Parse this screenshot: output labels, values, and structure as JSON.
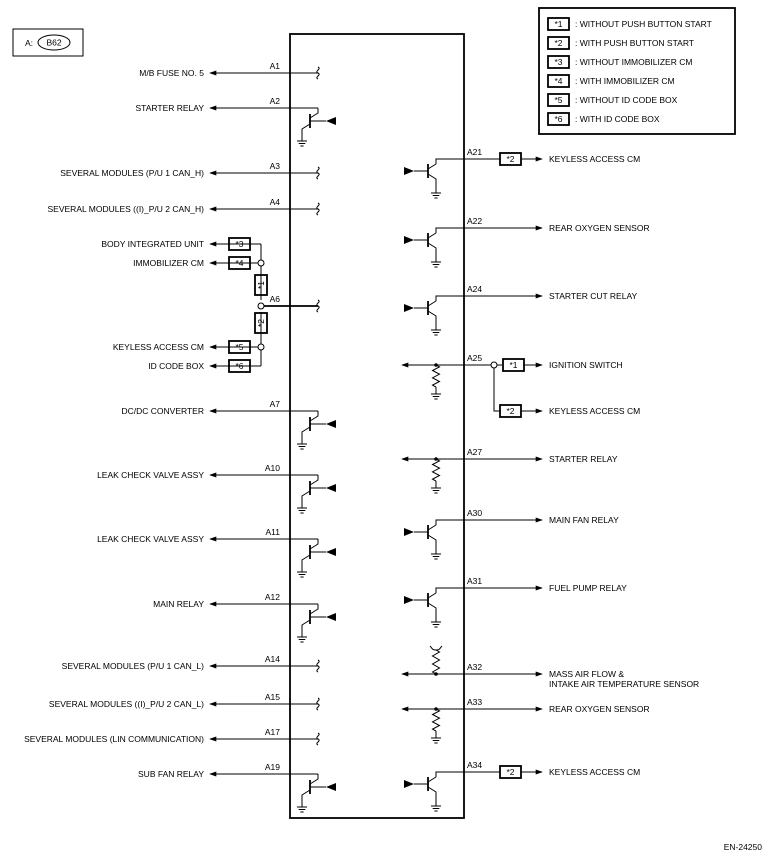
{
  "connector": {
    "prefix": "A:",
    "code": "B62"
  },
  "legend": [
    {
      "tag": "1",
      "text": ": WITHOUT PUSH BUTTON START"
    },
    {
      "tag": "2",
      "text": ": WITH PUSH BUTTON START"
    },
    {
      "tag": "3",
      "text": ": WITHOUT IMMOBILIZER CM"
    },
    {
      "tag": "4",
      "text": ": WITH IMMOBILIZER CM"
    },
    {
      "tag": "5",
      "text": ": WITHOUT ID CODE BOX"
    },
    {
      "tag": "6",
      "text": ": WITH ID CODE BOX"
    }
  ],
  "left_pins": [
    {
      "pin": "A1",
      "label": "M/B FUSE NO. 5",
      "type": "line"
    },
    {
      "pin": "A2",
      "label": "STARTER RELAY",
      "type": "transistor"
    },
    {
      "pin": "A3",
      "label": "SEVERAL MODULES (P/U 1 CAN_H)",
      "type": "can"
    },
    {
      "pin": "A4",
      "label": "SEVERAL MODULES ((I)_P/U 2 CAN_H)",
      "type": "can"
    },
    {
      "pin": "A6",
      "label": "",
      "type": "can"
    },
    {
      "pin": "A7",
      "label": "DC/DC CONVERTER",
      "type": "transistor"
    },
    {
      "pin": "A10",
      "label": "LEAK CHECK VALVE ASSY",
      "type": "transistor"
    },
    {
      "pin": "A11",
      "label": "LEAK CHECK VALVE ASSY",
      "type": "transistor"
    },
    {
      "pin": "A12",
      "label": "MAIN RELAY",
      "type": "transistor"
    },
    {
      "pin": "A14",
      "label": "SEVERAL MODULES (P/U 1 CAN_L)",
      "type": "can"
    },
    {
      "pin": "A15",
      "label": "SEVERAL MODULES ((I)_P/U 2 CAN_L)",
      "type": "can"
    },
    {
      "pin": "A17",
      "label": "SEVERAL MODULES (LIN COMMUNICATION)",
      "type": "can"
    },
    {
      "pin": "A19",
      "label": "SUB FAN RELAY",
      "type": "transistor"
    }
  ],
  "a6_branches": [
    {
      "label": "BODY INTEGRATED UNIT",
      "tag": "3"
    },
    {
      "label": "IMMOBILIZER CM",
      "tag": "4"
    },
    {
      "label": "KEYLESS ACCESS CM",
      "tag": "5"
    },
    {
      "label": "ID CODE BOX",
      "tag": "6"
    }
  ],
  "a6_vertical_tags": [
    "1",
    "2"
  ],
  "right_pins": [
    {
      "pin": "A21",
      "label": "KEYLESS ACCESS CM",
      "type": "transistor",
      "tag": "2"
    },
    {
      "pin": "A22",
      "label": "REAR OXYGEN SENSOR",
      "type": "transistor",
      "tag": ""
    },
    {
      "pin": "A24",
      "label": "STARTER CUT RELAY",
      "type": "transistor",
      "tag": ""
    },
    {
      "pin": "A25",
      "label": "IGNITION SWITCH",
      "type": "resistor-split",
      "tag": "1"
    },
    {
      "pin": "A27",
      "label": "STARTER RELAY",
      "type": "resistor",
      "tag": ""
    },
    {
      "pin": "A30",
      "label": "MAIN FAN RELAY",
      "type": "transistor",
      "tag": ""
    },
    {
      "pin": "A31",
      "label": "FUEL PUMP RELAY",
      "type": "transistor",
      "tag": ""
    },
    {
      "pin": "A32",
      "label": "MASS AIR FLOW &",
      "label2": "INTAKE AIR TEMPERATURE SENSOR",
      "type": "resistor-up",
      "tag": ""
    },
    {
      "pin": "A33",
      "label": "REAR OXYGEN SENSOR",
      "type": "resistor",
      "tag": ""
    },
    {
      "pin": "A34",
      "label": "KEYLESS ACCESS CM",
      "type": "transistor",
      "tag": "2"
    }
  ],
  "a25_branch": {
    "label": "KEYLESS ACCESS CM",
    "tag": "2"
  },
  "figure_id": "EN-24250"
}
